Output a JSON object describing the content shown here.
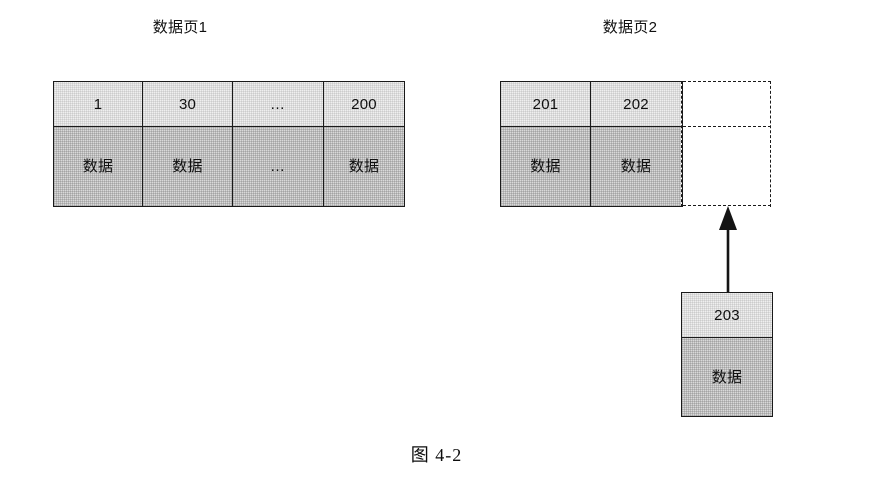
{
  "figure": {
    "caption": "图 4-2",
    "background_color": "#ffffff",
    "line_color": "#1a1a1a",
    "header_fill": "#efefef",
    "body_fill": "#d9d9d9"
  },
  "pages": [
    {
      "title": "数据页1",
      "slot_ids": [
        "1",
        "30",
        "…",
        "200"
      ],
      "slot_bodies": [
        "数据",
        "数据",
        "…",
        "数据"
      ],
      "free_space": false
    },
    {
      "title": "数据页2",
      "slot_ids": [
        "201",
        "202"
      ],
      "slot_bodies": [
        "数据",
        "数据"
      ],
      "free_space": true
    }
  ],
  "incoming_row": {
    "id": "203",
    "body": "数据"
  },
  "arrow": {
    "name": "insert-arrow",
    "direction": "up",
    "meaning": "新行插入数据页2的空闲空间"
  }
}
